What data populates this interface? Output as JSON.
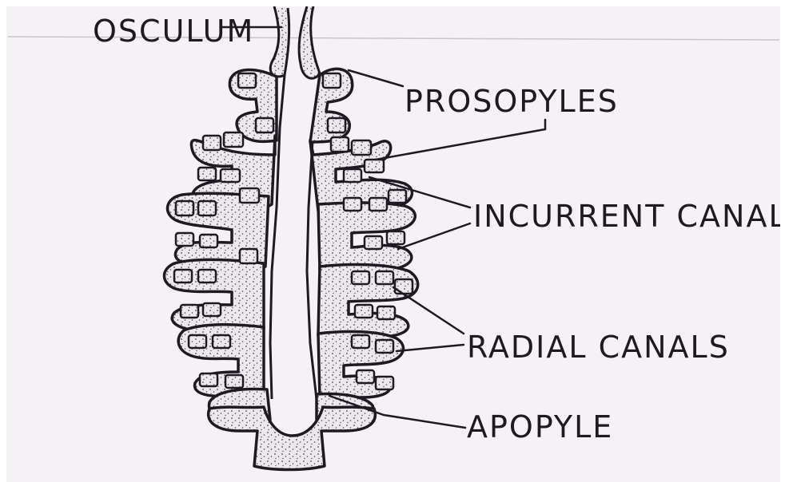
{
  "diagram": {
    "colors": {
      "paper": "#f4f2f5",
      "ink": "#1e1a22",
      "fill": "#e9e6ea",
      "stipple": "#4a4450"
    },
    "labels": {
      "osculum": "OSCULUM",
      "prosopyles": "PROSOPYLES",
      "incurrent_canals": "INCURRENT CANALS",
      "radial_canals": "RADIAL CANALS",
      "apopyle": "APOPYLE"
    }
  }
}
